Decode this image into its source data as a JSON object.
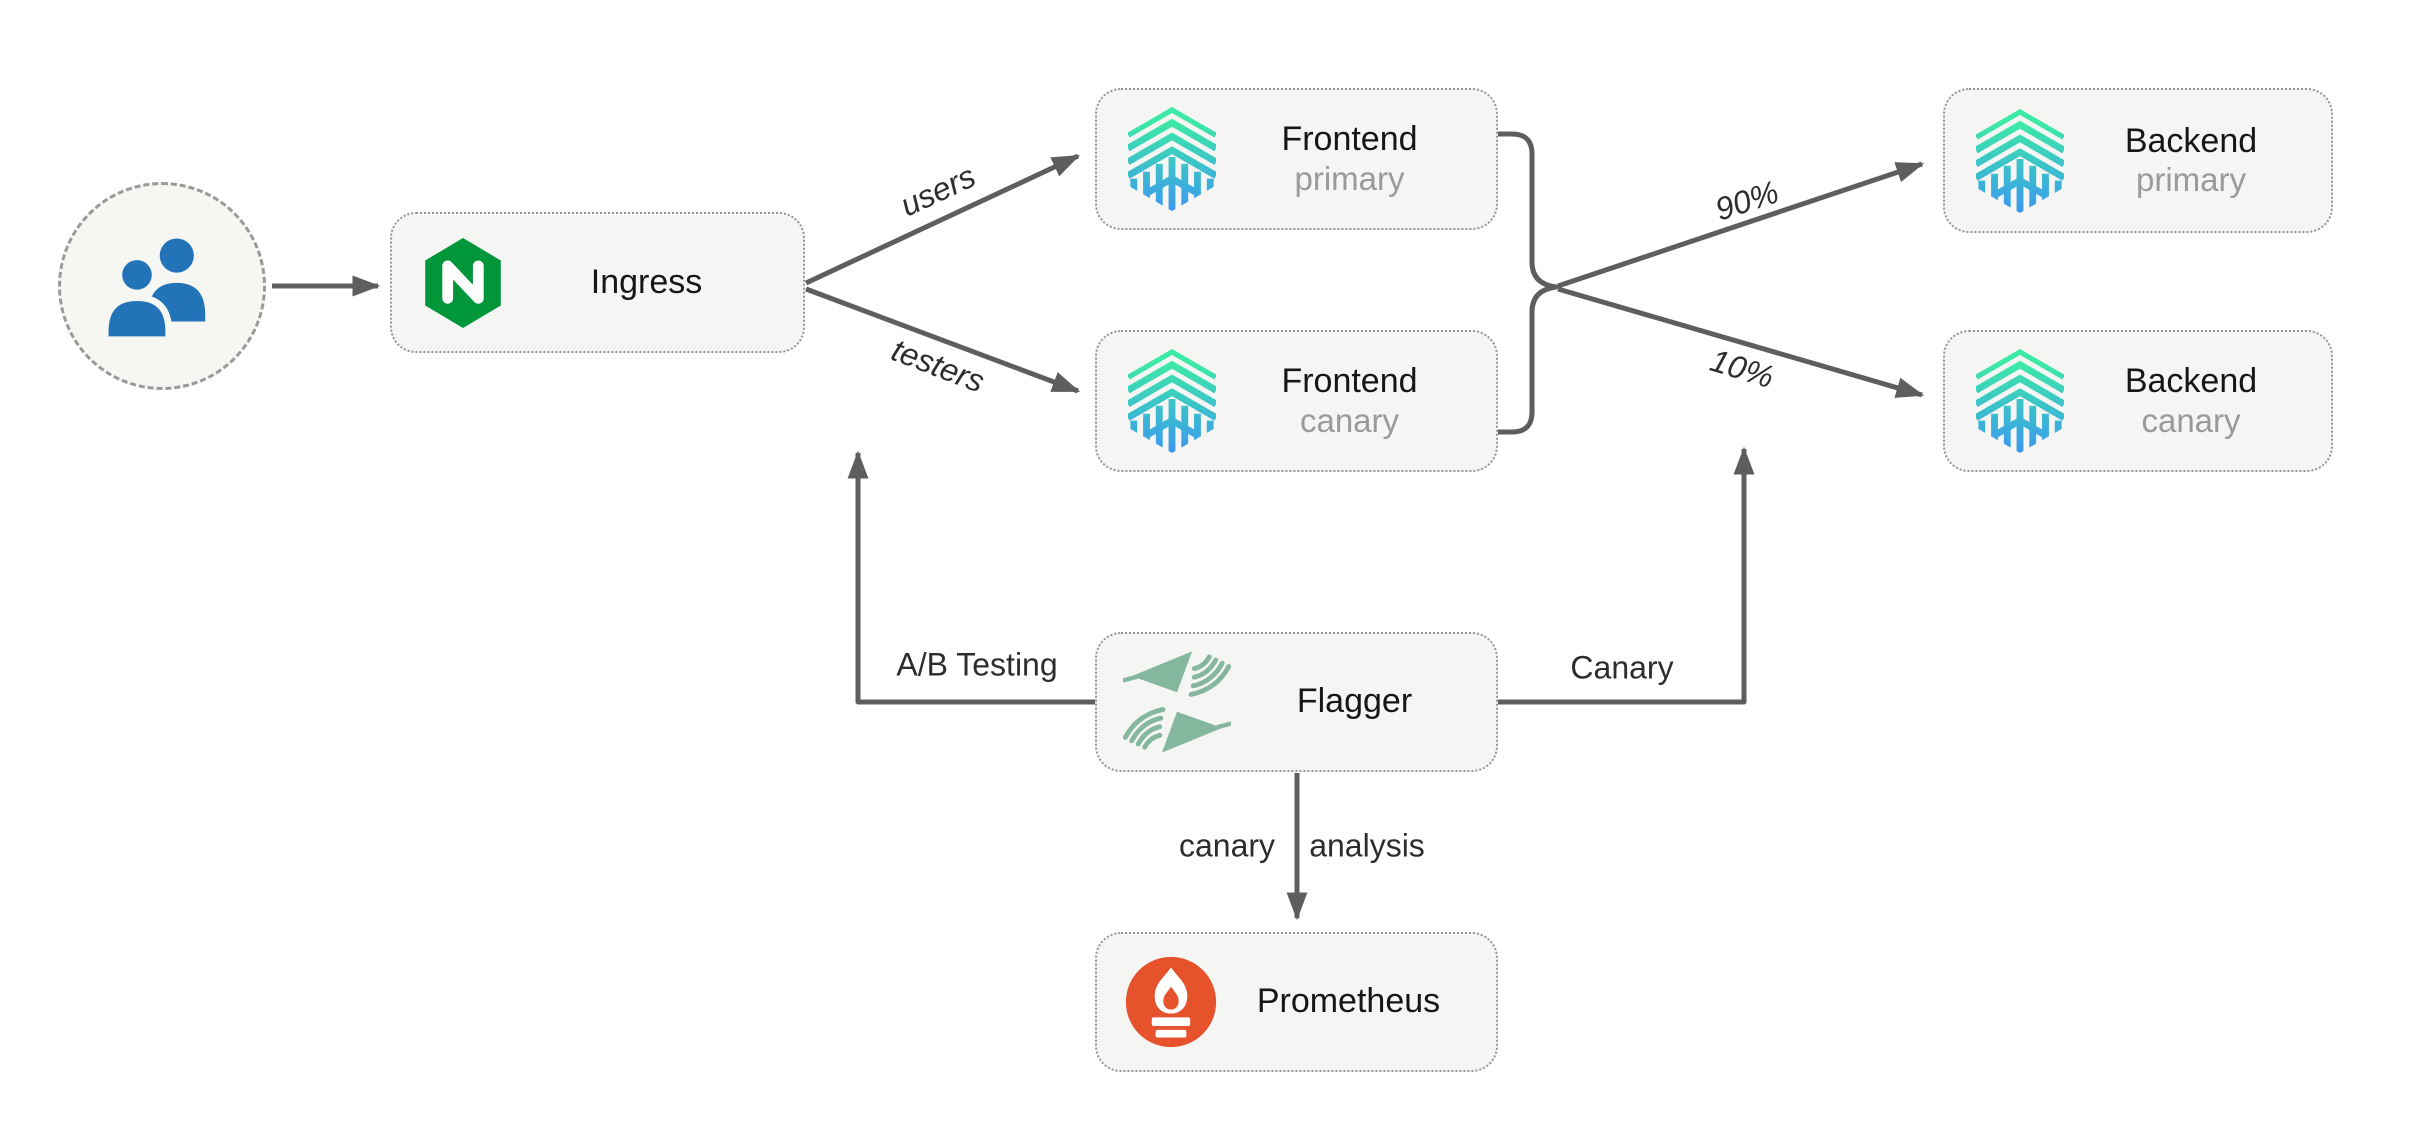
{
  "diagram": {
    "description": "Flagger canary / A-B testing traffic routing diagram",
    "background": "#ffffff",
    "arrow_color": "#5e5e5e",
    "box_fill": "#f5f5f4",
    "box_border": "#969696",
    "title_color": "#161616",
    "subtitle_color": "#9a9a9a",
    "label_color": "#2d2d2d"
  },
  "nodes": {
    "users_actor": {
      "label": ""
    },
    "ingress": {
      "label": "Ingress"
    },
    "frontend_primary": {
      "label": "Frontend",
      "sublabel": "primary"
    },
    "frontend_canary": {
      "label": "Frontend",
      "sublabel": "canary"
    },
    "backend_primary": {
      "label": "Backend",
      "sublabel": "primary"
    },
    "backend_canary": {
      "label": "Backend",
      "sublabel": "canary"
    },
    "flagger": {
      "label": "Flagger"
    },
    "prometheus": {
      "label": "Prometheus"
    }
  },
  "edge_labels": {
    "users": "users",
    "testers": "testers",
    "primary_weight": "90%",
    "canary_weight": "10%",
    "ab_testing": "A/B Testing",
    "canary_route": "Canary",
    "prometheus_left": "canary",
    "prometheus_right": "analysis"
  },
  "icons": {
    "users": {
      "name": "users-icon",
      "color": "#2273b8"
    },
    "nginx": {
      "name": "nginx-icon",
      "color": "#009639"
    },
    "podinfo": {
      "name": "podinfo-cube-icon",
      "gradient_top": "#3ce9a6",
      "gradient_bottom": "#3b96f2"
    },
    "flagger": {
      "name": "flagger-flags-icon",
      "color": "#85b79f"
    },
    "prometheus": {
      "name": "prometheus-torch-icon",
      "color": "#e6522c"
    }
  }
}
